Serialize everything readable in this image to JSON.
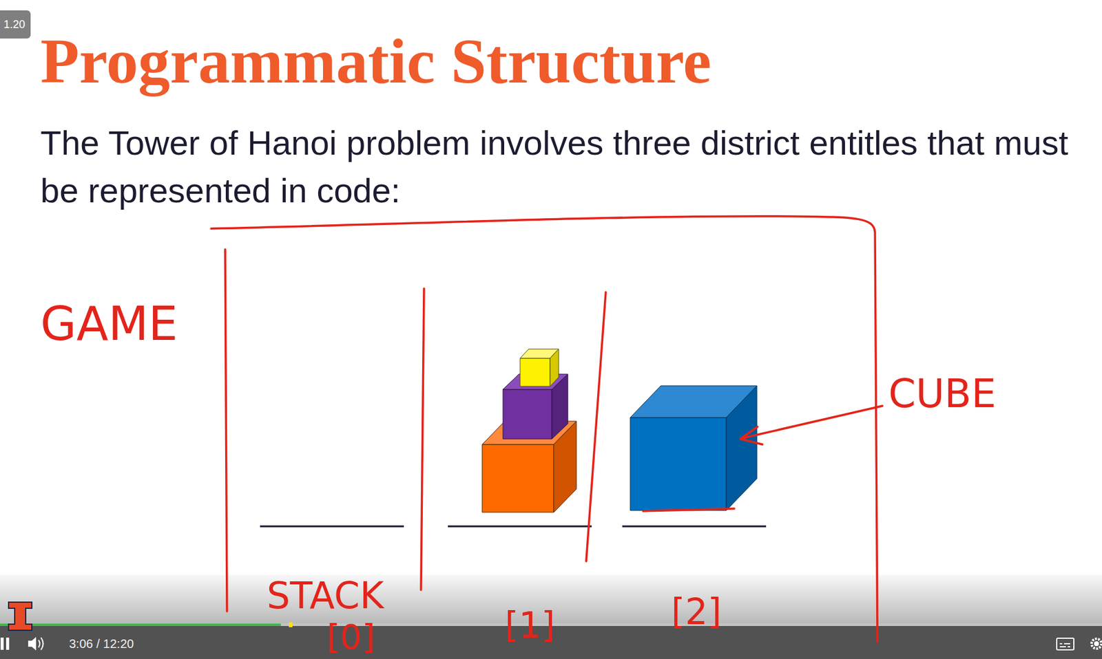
{
  "diagram": {
    "title": "Programmatic Structure",
    "nodes": [
      {
        "text": [
          "GAME"
        ]
      },
      {
        "text": [
          "STACK",
          "[0]"
        ],
        "in": 0
      },
      {
        "text": [
          "[1]"
        ],
        "in": 0
      },
      {
        "text": [
          "[2]"
        ],
        "in": 0
      }
    ],
    "labels": [
      "The Tower of Hanoi problem involves three district entitles that must be represented in code:",
      "CUBE",
      "1.20",
      "3:06 / 12:20"
    ]
  }
}
